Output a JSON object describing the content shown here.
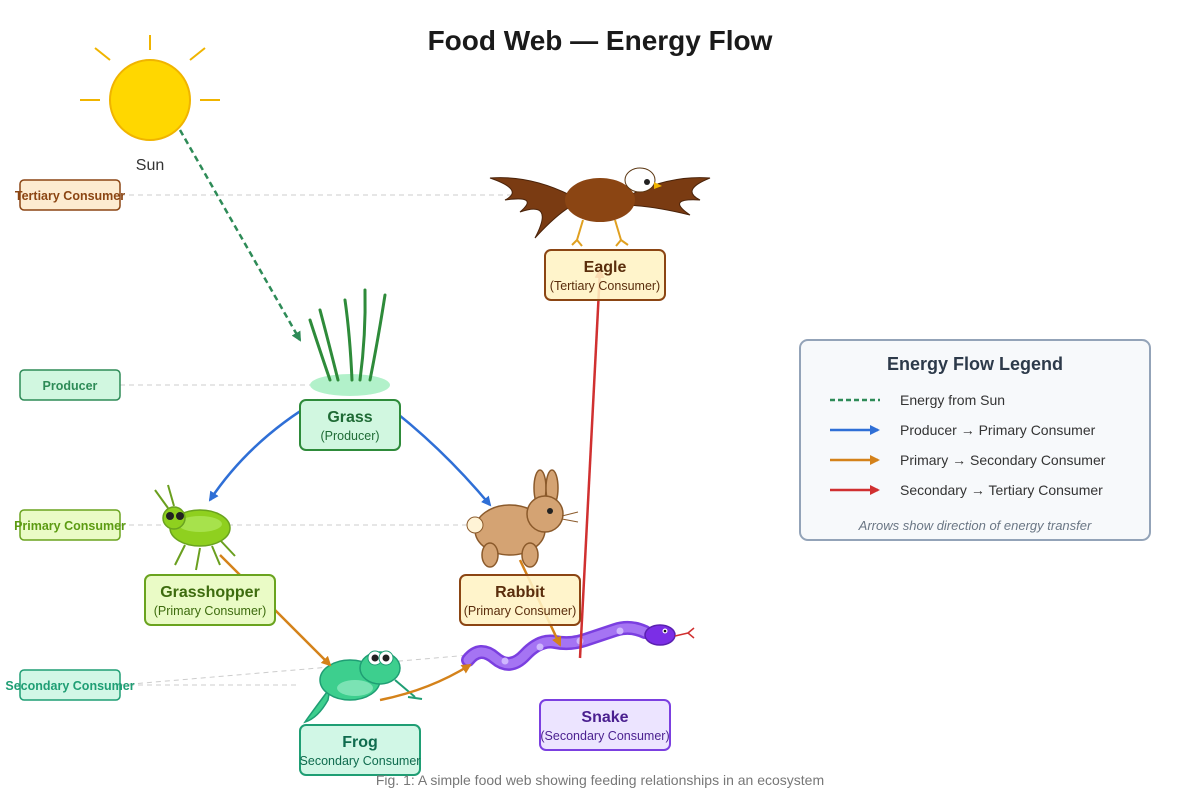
{
  "title": "Food Web — Energy Flow",
  "sun": {
    "label": "Sun"
  },
  "levels": {
    "tertiary": "Tertiary Consumer",
    "producer": "Producer",
    "primary": "Primary Consumer",
    "secondary": "Secondary Consumer"
  },
  "organisms": {
    "eagle": {
      "name": "Eagle",
      "role": "(Tertiary Consumer)"
    },
    "grass": {
      "name": "Grass",
      "role": "(Producer)"
    },
    "grasshopper": {
      "name": "Grasshopper",
      "role": "(Primary Consumer)"
    },
    "rabbit": {
      "name": "Rabbit",
      "role": "(Primary Consumer)"
    },
    "frog": {
      "name": "Frog",
      "role": "Secondary Consumer"
    },
    "snake": {
      "name": "Snake",
      "role": "(Secondary Consumer)"
    }
  },
  "legend": {
    "title": "Energy Flow Legend",
    "items": [
      {
        "label": "Energy from Sun",
        "color": "#2e8b57",
        "style": "dashed"
      },
      {
        "label": "Producer → Primary Consumer",
        "color": "#2f6fd6",
        "style": "solid"
      },
      {
        "label": "Primary → Secondary Consumer",
        "color": "#d4821a",
        "style": "solid"
      },
      {
        "label": "Secondary → Tertiary Consumer",
        "color": "#d03030",
        "style": "solid"
      }
    ],
    "note": "Arrows show direction of energy transfer"
  },
  "caption": "Fig. 1: A simple food web showing feeding relationships in an ecosystem",
  "colors": {
    "sun": "#ffd700",
    "sun_arrow": "#2e8b57",
    "producer_arrow": "#2f6fd6",
    "primary_arrow": "#d4821a",
    "secondary_arrow": "#d03030"
  }
}
